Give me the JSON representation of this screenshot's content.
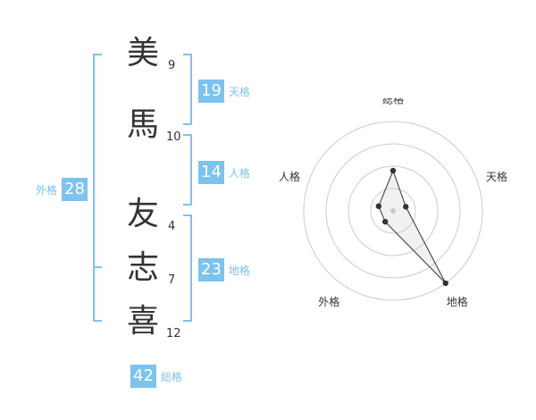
{
  "name": {
    "characters": [
      {
        "char": "美",
        "strokes": "9"
      },
      {
        "char": "馬",
        "strokes": "10"
      },
      {
        "char": "友",
        "strokes": "4"
      },
      {
        "char": "志",
        "strokes": "7"
      },
      {
        "char": "喜",
        "strokes": "12"
      }
    ]
  },
  "grids": {
    "tenkaku": {
      "value": "19",
      "label": "天格"
    },
    "jinkaku": {
      "value": "14",
      "label": "人格"
    },
    "chikaku": {
      "value": "23",
      "label": "地格"
    },
    "gaikaku": {
      "value": "28",
      "label": "外格"
    },
    "soukaku": {
      "value": "42",
      "label": "総格"
    }
  },
  "colors": {
    "accent": "#7cc3ee",
    "text": "#333333"
  },
  "chart_data": {
    "type": "radar",
    "axes": [
      "総格",
      "天格",
      "地格",
      "外格",
      "人格"
    ],
    "values": [
      42,
      19,
      23,
      28,
      14
    ],
    "normalized": [
      0.45,
      0.15,
      1.0,
      0.15,
      0.17
    ],
    "rings": 4,
    "grid": true
  }
}
